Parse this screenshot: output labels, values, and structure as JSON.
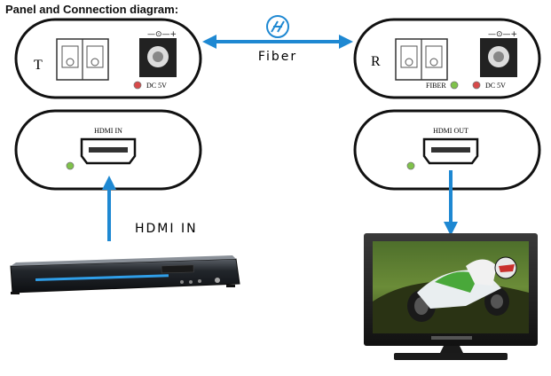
{
  "title": "Panel and Connection diagram:",
  "transmitter": {
    "letter": "T",
    "power_label": "DC  5V",
    "hdmi_label": "HDMI IN"
  },
  "receiver": {
    "letter": "R",
    "fiber_label": "FIBER",
    "power_label": "DC  5V",
    "hdmi_label": "HDMI OUT"
  },
  "link": {
    "label": "Fiber",
    "input_label": "HDMI IN"
  },
  "colors": {
    "arrow": "#1e88d2",
    "panel_stroke": "#111111",
    "led_red": "#d84a4a",
    "led_green": "#7fc24a"
  },
  "icons": {
    "fiber_badge": "fiber-optic-icon"
  }
}
